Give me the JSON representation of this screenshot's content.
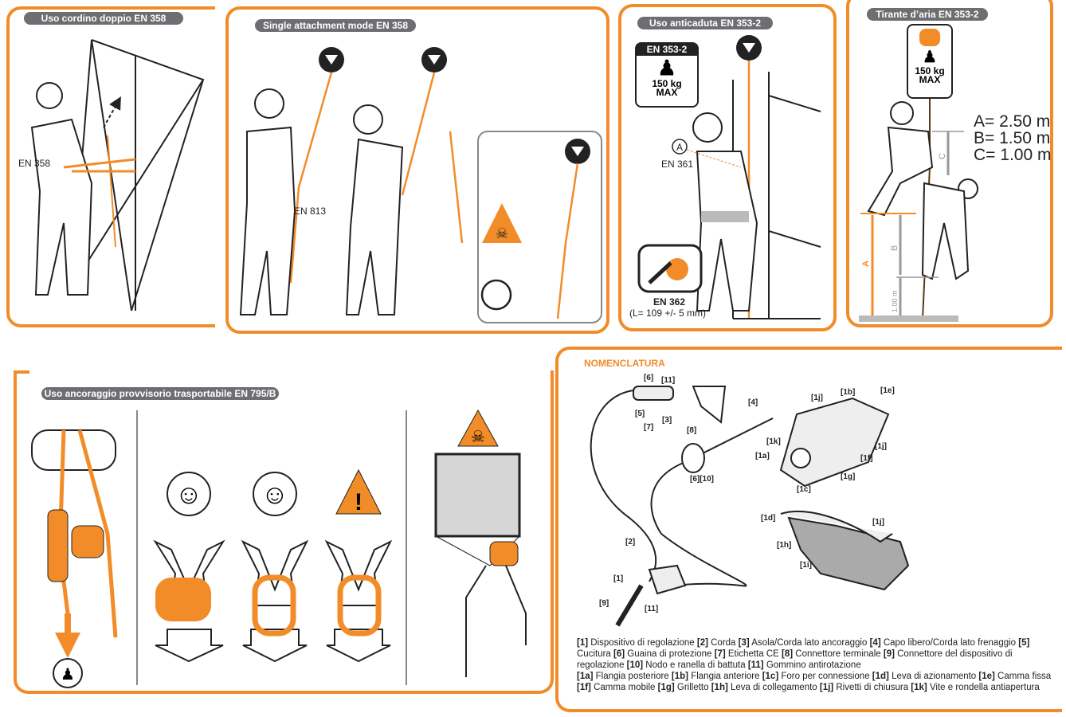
{
  "panels": {
    "double_lanyard": {
      "title": "Uso cordino doppio EN 358",
      "label_en358": "EN 358"
    },
    "single_attachment": {
      "title": "Single attachment mode EN 358",
      "label_en813": "EN 813"
    },
    "fall_arrest": {
      "title": "Uso anticaduta EN 353-2",
      "box_header": "EN 353-2",
      "box_weight": "150 kg",
      "box_max": "MAX",
      "marker_a": "A",
      "label_en361": "EN 361",
      "label_en362": "EN 362",
      "en362_length": "(L= 109 +/- 5 mm)"
    },
    "clearance": {
      "title": "Tirante d’aria EN 353-2",
      "box_weight": "150 kg",
      "box_max": "MAX",
      "dim_a": "A= 2.50 m",
      "dim_b": "B= 1.50 m",
      "dim_c": "C= 1.00 m",
      "arrow_a": "A",
      "arrow_b": "B",
      "arrow_c": "C",
      "arrow_min": "1.00 m"
    },
    "anchor": {
      "title": "Uso ancoraggio provvisorio trasportabile EN 795/B"
    }
  },
  "nomenclature": {
    "title": "NOMENCLATURA",
    "callouts": [
      "[6]",
      "[11]",
      "[5]",
      "[7]",
      "[3]",
      "[8]",
      "[4]",
      "[6][10]",
      "[2]",
      "[1]",
      "[9]",
      "[11]",
      "[1j]",
      "[1b]",
      "[1e]",
      "[1k]",
      "[1a]",
      "[1j]",
      "[1f]",
      "[1g]",
      "[1c]",
      "[1d]",
      "[1j]",
      "[1h]",
      "[1i]"
    ],
    "legend": [
      {
        "k": "[1]",
        "v": " Dispositivo di regolazione "
      },
      {
        "k": "[2]",
        "v": " Corda "
      },
      {
        "k": "[3]",
        "v": " Asola/Corda lato ancoraggio "
      },
      {
        "k": "[4]",
        "v": " Capo libero/Corda lato frenaggio "
      },
      {
        "k": "[5]",
        "v": " Cucitura "
      },
      {
        "k": "[6]",
        "v": " Guaina di protezione "
      },
      {
        "k": "[7]",
        "v": " Etichetta CE "
      },
      {
        "k": "[8]",
        "v": " Connettore terminale "
      },
      {
        "k": "[9]",
        "v": " Connettore del dispositivo di regolazione "
      },
      {
        "k": "[10]",
        "v": " Nodo e ranella di battuta "
      },
      {
        "k": "[11]",
        "v": " Gommino antirotazione"
      },
      {
        "k": "[1a]",
        "v": " Flangia posteriore "
      },
      {
        "k": "[1b]",
        "v": " Flangia anteriore "
      },
      {
        "k": "[1c]",
        "v": " Foro per connessione "
      },
      {
        "k": "[1d]",
        "v": " Leva di azionamento "
      },
      {
        "k": "[1e]",
        "v": " Camma fissa "
      },
      {
        "k": "[1f]",
        "v": " Camma mobile "
      },
      {
        "k": "[1g]",
        "v": " Grilletto "
      },
      {
        "k": "[1h]",
        "v": " Leva di collegamento "
      },
      {
        "k": "[1j]",
        "v": " Rivetti di chiusura "
      },
      {
        "k": "[1k]",
        "v": " Vite e rondella antiapertura"
      }
    ]
  },
  "colors": {
    "accent": "#f28c28",
    "pill": "#6d6e71",
    "ink": "#222222",
    "gray": "#a7a9ac"
  }
}
